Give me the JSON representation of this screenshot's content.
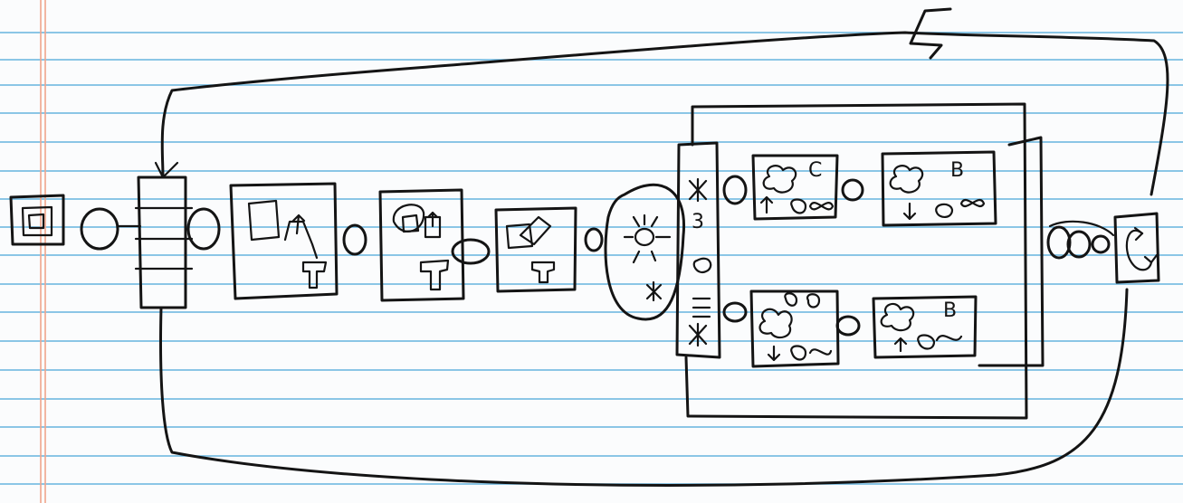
{
  "paper": {
    "rule_color": "#66b3de",
    "margin_color": "#f0a58c",
    "ink_color": "#141414",
    "background": "#fbfcfd"
  },
  "annotations": {
    "top_glyph": "",
    "big_box_label_top": "C",
    "big_box_label_b": "B",
    "big_box_label_bottom": "B",
    "ladder_digit": "3"
  }
}
